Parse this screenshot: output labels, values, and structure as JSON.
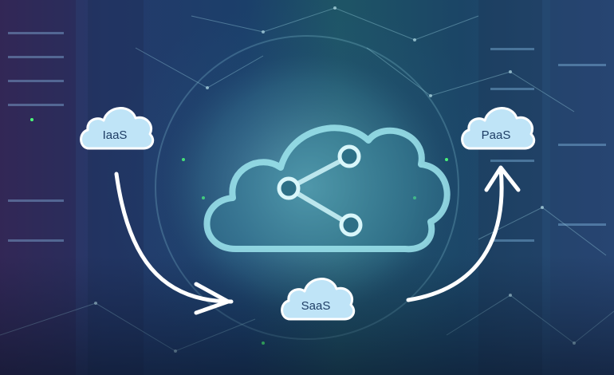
{
  "clouds": {
    "iaas": "IaaS",
    "paas": "PaaS",
    "saas": "SaaS"
  },
  "icons": [
    "cloud-share-icon",
    "arrow-down-right-icon",
    "arrow-up-icon"
  ],
  "colors": {
    "cloud_fill": "#bfe4f7",
    "cloud_stroke": "#ffffff",
    "text": "#1f3e66",
    "glow": "#9fe6ee"
  }
}
